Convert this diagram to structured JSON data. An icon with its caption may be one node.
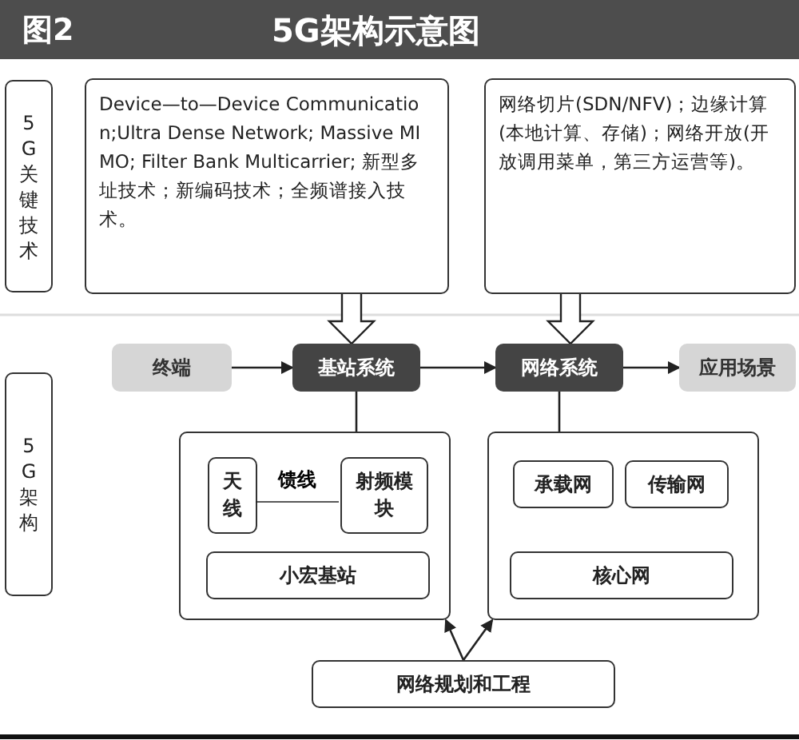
{
  "diagram": {
    "title": "5G架构示意图",
    "nodes": [
      {
        "text": [
          "5G关键技术"
        ]
      },
      {
        "text": [
          "Device—to—Device Communication;Ultra Dense Network; Massive MIMO; Filter Bank Multicarrier; 新型多址技术；新编码技术；全频谱接入技术。"
        ]
      },
      {
        "text": [
          "网络切片(SDN/NFV)；边缘计算(本地计算、存储)；网络开放(开放调用菜单，第三方运营等)。"
        ]
      },
      {
        "text": [
          "终端"
        ]
      },
      {
        "text": [
          "基站系统"
        ]
      },
      {
        "text": [
          "网络系统"
        ]
      },
      {
        "text": [
          "应用场景"
        ]
      },
      {
        "text": [
          "5G架构"
        ]
      },
      {
        "text": [],
        "shape": "box"
      },
      {
        "text": [
          "天线"
        ],
        "in": 8
      },
      {
        "text": [
          "射频模块"
        ],
        "in": 8
      },
      {
        "text": [
          "小宏基站"
        ],
        "in": 8
      },
      {
        "text": [],
        "shape": "box"
      },
      {
        "text": [
          "承载网"
        ],
        "in": 12
      },
      {
        "text": [
          "传输网"
        ],
        "in": 12
      },
      {
        "text": [
          "核心网"
        ],
        "in": 12
      },
      {
        "text": [
          "网络规划和工程"
        ]
      }
    ],
    "edges": [
      {
        "from": 1,
        "to": 4,
        "arrow": "to",
        "style": "thick"
      },
      {
        "from": 2,
        "to": 5,
        "arrow": "to",
        "style": "thick"
      },
      {
        "from": 3,
        "to": 4,
        "arrow": "to"
      },
      {
        "from": 4,
        "to": 5,
        "arrow": "to"
      },
      {
        "from": 5,
        "to": 6,
        "arrow": "to"
      },
      {
        "from": 4,
        "to": 8,
        "arrow": "none"
      },
      {
        "from": 5,
        "to": 12,
        "arrow": "none"
      },
      {
        "from": 9,
        "to": 10,
        "arrow": "none",
        "label": "馈线"
      },
      {
        "from": 16,
        "to": 8,
        "arrow": "to"
      },
      {
        "from": 16,
        "to": 12,
        "arrow": "to"
      }
    ],
    "labels": [
      "图2"
    ]
  }
}
